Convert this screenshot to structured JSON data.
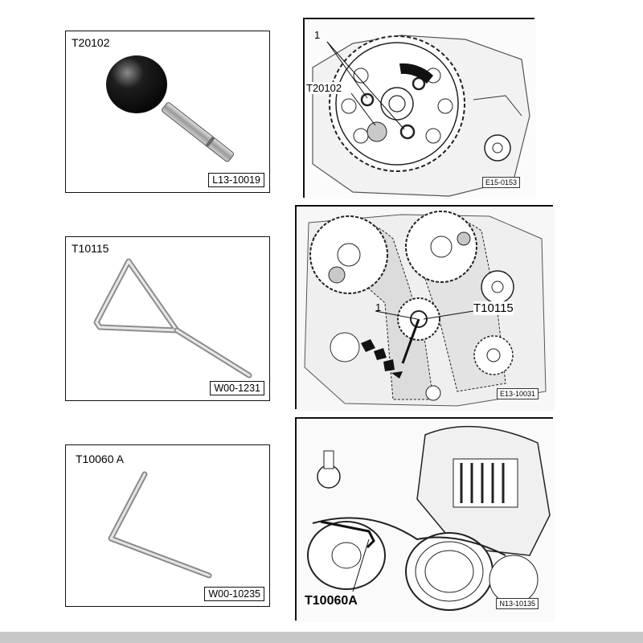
{
  "tools": [
    {
      "name": "T20102",
      "code": "L13-10019"
    },
    {
      "name": "T10115",
      "code": "W00-1231"
    },
    {
      "name": "T10060 A",
      "code": "W00-10235"
    }
  ],
  "figures": [
    {
      "code": "E15-0153",
      "callout_number": "1",
      "callout_tool": "T20102"
    },
    {
      "code": "E13-10031",
      "callout_number": "1",
      "callout_tool": "T10115"
    },
    {
      "code": "N13-10135",
      "callout_tool": "T10060A"
    }
  ]
}
